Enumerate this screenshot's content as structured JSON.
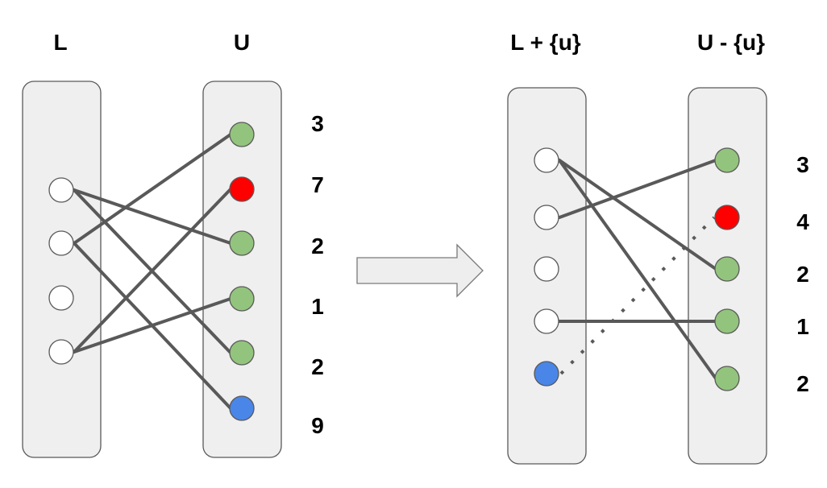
{
  "colors": {
    "empty": "#ffffff",
    "green": "#93c47d",
    "red": "#ff0000",
    "blue": "#4a86e8"
  },
  "left_diagram": {
    "left_title": "L",
    "right_title": "U",
    "left_nodes": [
      "empty",
      "empty",
      "empty",
      "empty"
    ],
    "right_nodes": [
      "green",
      "red",
      "green",
      "green",
      "green",
      "blue"
    ],
    "right_labels": [
      "3",
      "7",
      "2",
      "1",
      "2",
      "9"
    ],
    "edges": [
      [
        0,
        2
      ],
      [
        0,
        4
      ],
      [
        1,
        0
      ],
      [
        1,
        5
      ],
      [
        3,
        1
      ],
      [
        3,
        3
      ]
    ]
  },
  "right_diagram": {
    "left_title": "L + {u}",
    "right_title": "U - {u}",
    "left_nodes": [
      "empty",
      "empty",
      "empty",
      "empty",
      "blue"
    ],
    "right_nodes": [
      "green",
      "red",
      "green",
      "green",
      "green"
    ],
    "right_labels": [
      "3",
      "4",
      "2",
      "1",
      "2"
    ],
    "edges": [
      [
        0,
        2
      ],
      [
        0,
        4
      ],
      [
        1,
        0
      ],
      [
        3,
        3
      ]
    ],
    "dotted_edges": [
      [
        4,
        1
      ]
    ]
  },
  "arrow_icon": "right-arrow-icon"
}
